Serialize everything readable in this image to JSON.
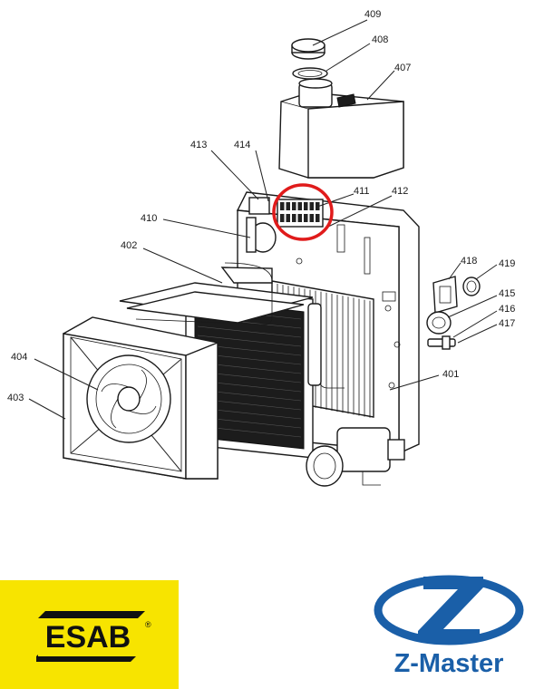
{
  "callouts": {
    "c401": "401",
    "c402": "402",
    "c403": "403",
    "c404": "404",
    "c407": "407",
    "c408": "408",
    "c409": "409",
    "c410": "410",
    "c411": "411",
    "c412": "412",
    "c413": "413",
    "c414": "414",
    "c415": "415",
    "c416": "416",
    "c417": "417",
    "c418": "418",
    "c419": "419"
  },
  "highlight_color": "#e01b1b",
  "logos": {
    "esab": {
      "text": "ESAB",
      "reg": "®",
      "bg": "#f7e400"
    },
    "zmaster": {
      "text": "Z-Master",
      "color": "#1a5fa8"
    }
  }
}
